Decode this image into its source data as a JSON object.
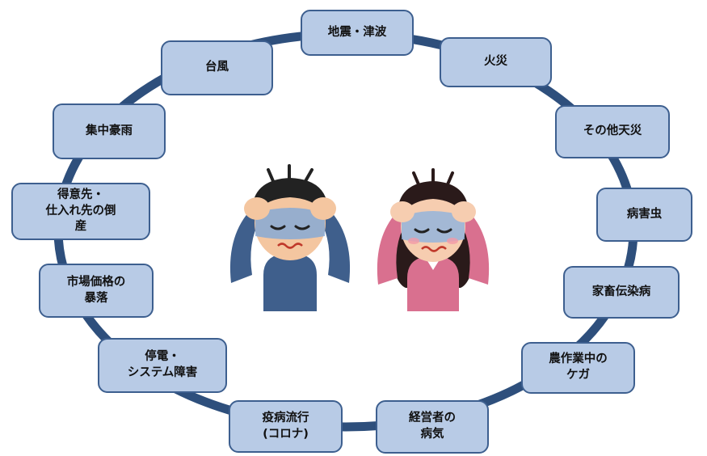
{
  "risks": [
    {
      "id": "earthquake-tsunami",
      "label": "地震・津波"
    },
    {
      "id": "fire",
      "label": "火災"
    },
    {
      "id": "other-natural-disasters",
      "label": "その他天災"
    },
    {
      "id": "pests",
      "label": "病害虫"
    },
    {
      "id": "livestock-infectious-disease",
      "label": "家畜伝染病"
    },
    {
      "id": "farm-work-injury",
      "label": "農作業中の\nケガ"
    },
    {
      "id": "manager-illness",
      "label": "経営者の\n病気"
    },
    {
      "id": "epidemic",
      "label": "疫病流行\n(コロナ)"
    },
    {
      "id": "power-outage-system-failure",
      "label": "停電・\nシステム障害"
    },
    {
      "id": "market-price-crash",
      "label": "市場価格の\n暴落"
    },
    {
      "id": "business-partner-bankruptcy",
      "label": "得意先・\n仕入れ先の倒\n産"
    },
    {
      "id": "torrential-rain",
      "label": "集中豪雨"
    },
    {
      "id": "typhoon",
      "label": "台風"
    }
  ],
  "colors": {
    "ring": "#2e4f7c",
    "box_fill": "#b8cbe6",
    "box_border": "#3d5f8f",
    "man_shirt": "#3f5f8c",
    "woman_shirt": "#d9708f"
  }
}
